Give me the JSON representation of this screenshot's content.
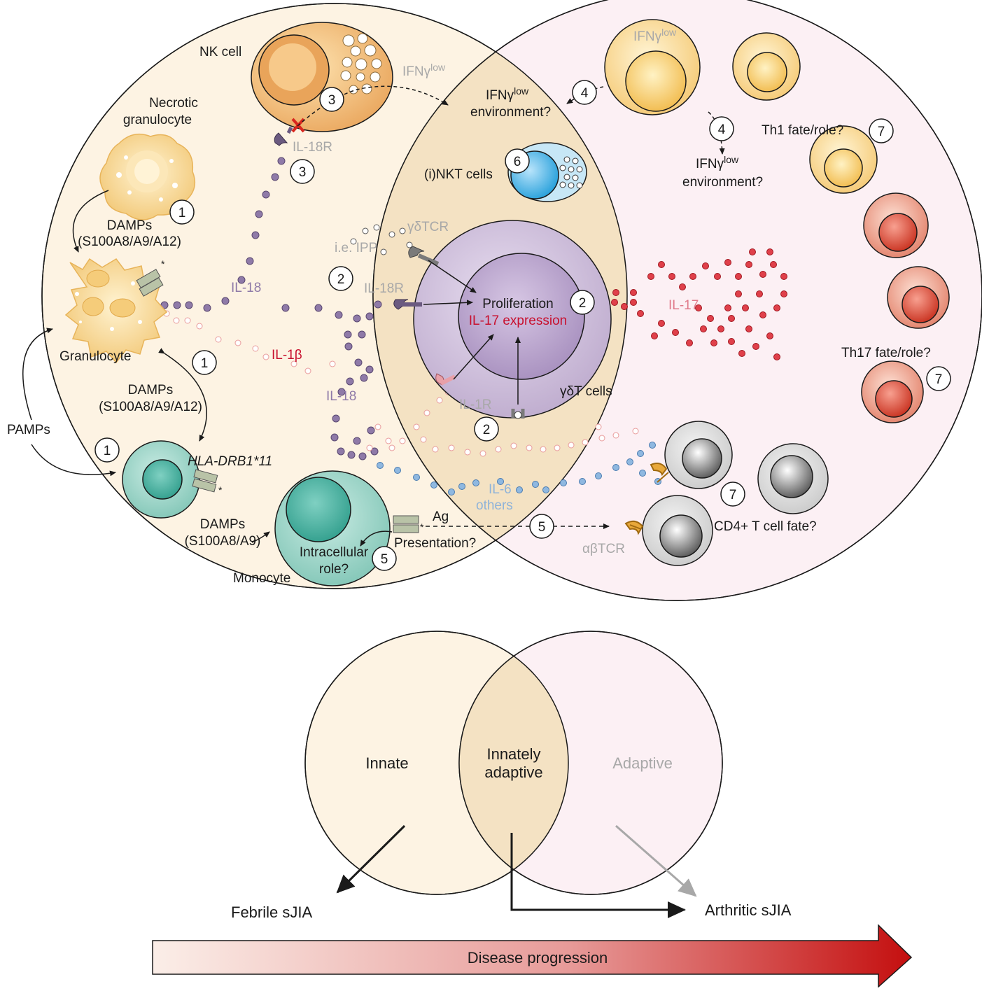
{
  "colors": {
    "innate_fill": "#fdf3e3",
    "overlap_fill": "#f4e2c3",
    "adaptive_fill": "#fcf0f4",
    "il18_dot": "#8f7aa8",
    "il1b_dot": "#e89a9a",
    "il17_dot": "#e0404a",
    "il6_dot": "#8fb8e0",
    "arrow_start": "#fbeee8",
    "arrow_end": "#c40f0f"
  },
  "labels": {
    "nk_cell": "NK cell",
    "necrotic_1": "Necrotic",
    "necrotic_2": "granulocyte",
    "damps_1a": "DAMPs",
    "damps_1b": "(S100A8/A9/A12)",
    "granulocyte": "Granulocyte",
    "damps_2a": "DAMPs",
    "damps_2b": "(S100A8/A9/A12)",
    "pamps": "PAMPs",
    "hla": "HLA-DRB1*11",
    "damps_3a": "DAMPs",
    "damps_3b": "(S100A8/A9)",
    "monocyte": "Monocyte",
    "intracellular_1": "Intracellular",
    "intracellular_2": "role?",
    "ag": "Ag",
    "presentation": "Presentation?",
    "il18_a": "IL-18",
    "il18_b": "IL-18",
    "il1b": "IL-1β",
    "il18r_top": "IL-18R",
    "il18r_mid": "IL-18R",
    "il1r": "IL-1R",
    "gdtcr": "γδTCR",
    "ipp": "i.e. IPP",
    "ifn_nk": "IFNγlow",
    "ifn_env_1": "IFNγlow",
    "ifn_env_2": "environment?",
    "inkt": "(i)NKT cells",
    "proliferation": "Proliferation",
    "il17_expr": "IL-17 expression",
    "gdt_cells": "γδT cells",
    "il6": "IL-6",
    "others": "others",
    "ifn_top": "IFNγlow",
    "ifn_right_1": "IFNγlow",
    "ifn_right_2": "environment?",
    "th1": "Th1 fate/role?",
    "il17": "IL-17",
    "th17": "Th17 fate/role?",
    "cd4": "CD4+ T cell fate?",
    "abtcr": "αβTCR"
  },
  "numbers": {
    "n_nk": "3",
    "n_il18r": "3",
    "n_necrotic": "1",
    "n_gran": "1",
    "n_hla": "1",
    "n_il18_2": "2",
    "n_prolif": "2",
    "n_il1r": "2",
    "n_inkt": "6",
    "n_ifn4a": "4",
    "n_ifn4b": "4",
    "n_th1": "7",
    "n_th17": "7",
    "n_cd4": "7",
    "n_ag": "5",
    "n_intra": "5"
  },
  "bottom": {
    "innate": "Innate",
    "innately_1": "Innately",
    "innately_2": "adaptive",
    "adaptive": "Adaptive",
    "febrile": "Febrile sJIA",
    "arthritic": "Arthritic sJIA",
    "progression": "Disease progression"
  }
}
